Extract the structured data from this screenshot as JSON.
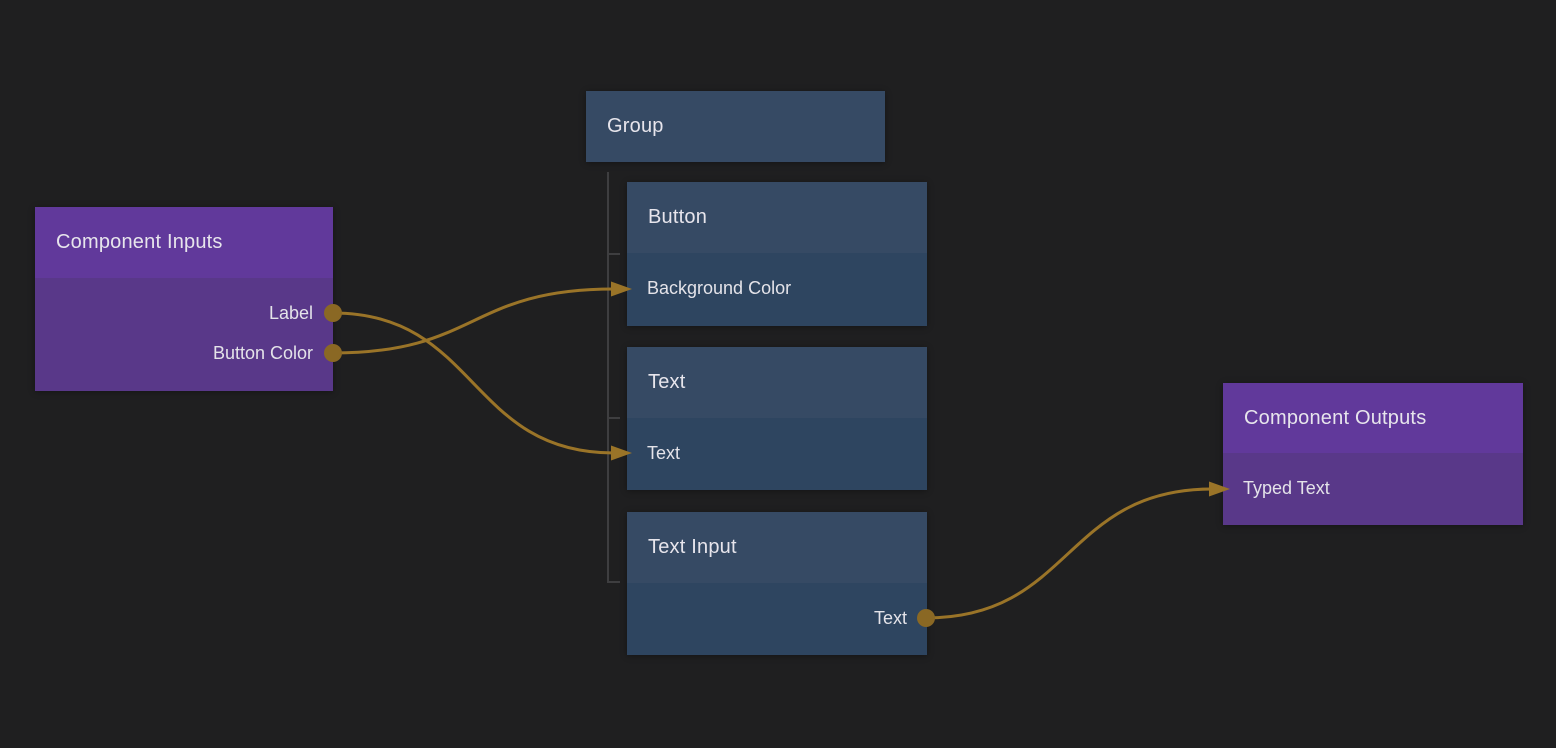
{
  "canvas": {
    "kind": "node-editor-canvas"
  },
  "colors": {
    "background": "#1f1f20",
    "purple_header": "#61399b",
    "purple_body": "#593889",
    "slate_header": "#364a64",
    "slate_body": "#2e4560",
    "wire": "#9a7428",
    "port": "#8a6824",
    "tree_line": "#3e3e40",
    "text": "#e7e5ec"
  },
  "nodes": {
    "component_inputs": {
      "title": "Component Inputs",
      "outputs": [
        "Label",
        "Button Color"
      ]
    },
    "group": {
      "title": "Group"
    },
    "button": {
      "title": "Button",
      "inputs": [
        "Background Color"
      ]
    },
    "text": {
      "title": "Text",
      "inputs": [
        "Text"
      ]
    },
    "text_input": {
      "title": "Text Input",
      "outputs": [
        "Text"
      ]
    },
    "component_outputs": {
      "title": "Component Outputs",
      "inputs": [
        "Typed Text"
      ]
    }
  },
  "connections": [
    {
      "from": "Component Inputs / Label",
      "to": "Text / Text"
    },
    {
      "from": "Component Inputs / Button Color",
      "to": "Button / Background Color"
    },
    {
      "from": "Text Input / Text",
      "to": "Component Outputs / Typed Text"
    }
  ]
}
